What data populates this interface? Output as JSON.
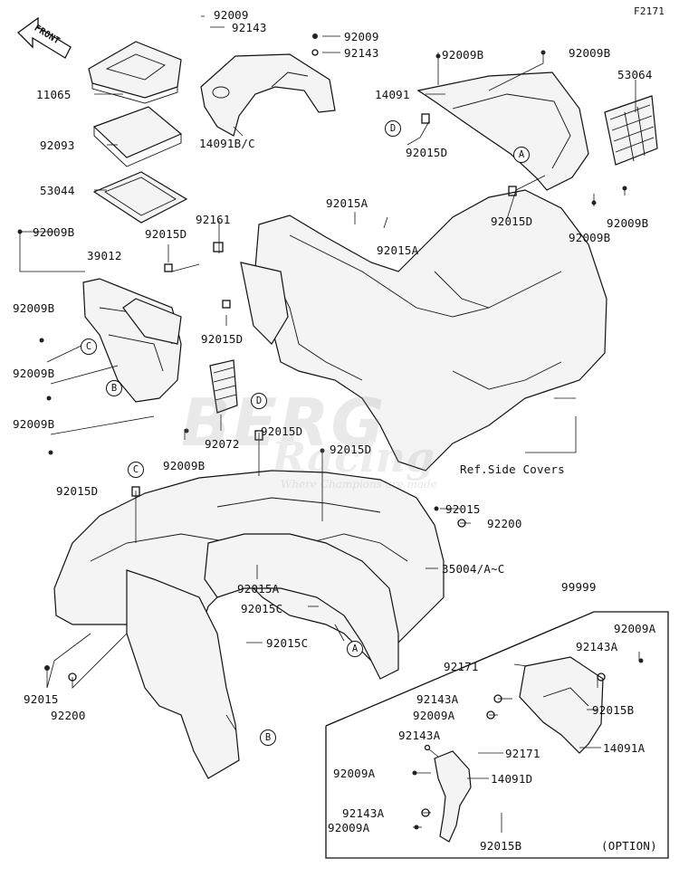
{
  "figure_code": "F2171",
  "front_label": "FRONT",
  "callouts": [
    "A",
    "B",
    "C",
    "D"
  ],
  "parts": {
    "p11065": "11065",
    "p92093": "92093",
    "p53044": "53044",
    "p92009": "92009",
    "p92143": "92143",
    "p14091bc": "14091B/C",
    "p92009b": "92009B",
    "p14091": "14091",
    "p53064": "53064",
    "p92015d": "92015D",
    "p92015a": "92015A",
    "p92161": "92161",
    "p39012": "39012",
    "p92072": "92072",
    "p92015": "92015",
    "p92200": "92200",
    "p35004": "35004/A~C",
    "p92015c": "92015C",
    "p99999": "99999",
    "p92009a": "92009A",
    "p92143a": "92143A",
    "p92171": "92171",
    "p92015b": "92015B",
    "p14091a": "14091A",
    "p14091d": "14091D"
  },
  "ref_side_covers": "Ref.Side Covers",
  "option_label": "(OPTION)",
  "watermark": {
    "line1": "BERG",
    "line2": "Racing",
    "tagline": "Where Champions are made"
  }
}
